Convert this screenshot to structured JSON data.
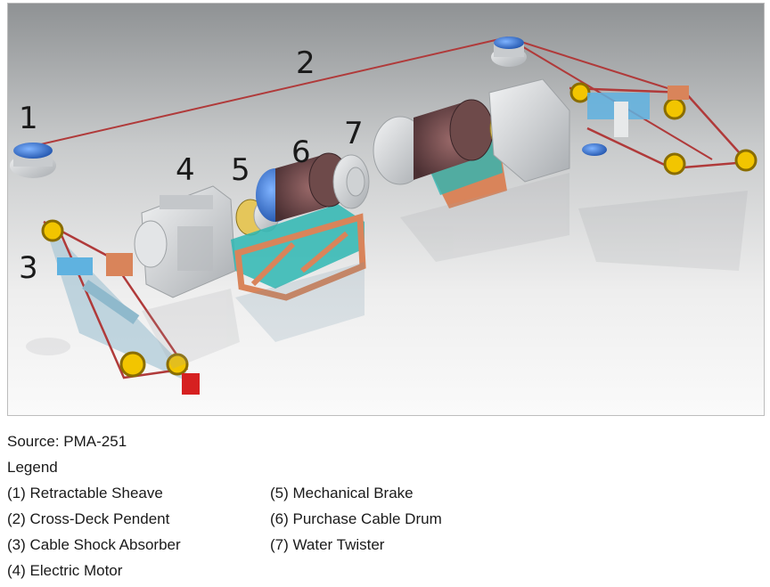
{
  "figure": {
    "numbers": [
      "1",
      "2",
      "3",
      "4",
      "5",
      "6",
      "7"
    ]
  },
  "caption": {
    "source": "Source:  PMA-251",
    "legend_title": "Legend",
    "legend_items": [
      "(1) Retractable Sheave",
      "(2) Cross-Deck Pendent",
      "(3) Cable Shock Absorber",
      "(4) Electric Motor",
      "(5) Mechanical Brake",
      "(6) Purchase Cable Drum",
      "(7) Water Twister"
    ]
  },
  "colors": {
    "cable": "#b03a3a",
    "frame": "#d9845a",
    "drum_blue": "#2a6fd1",
    "machine_gray": "#d4d6d8"
  }
}
